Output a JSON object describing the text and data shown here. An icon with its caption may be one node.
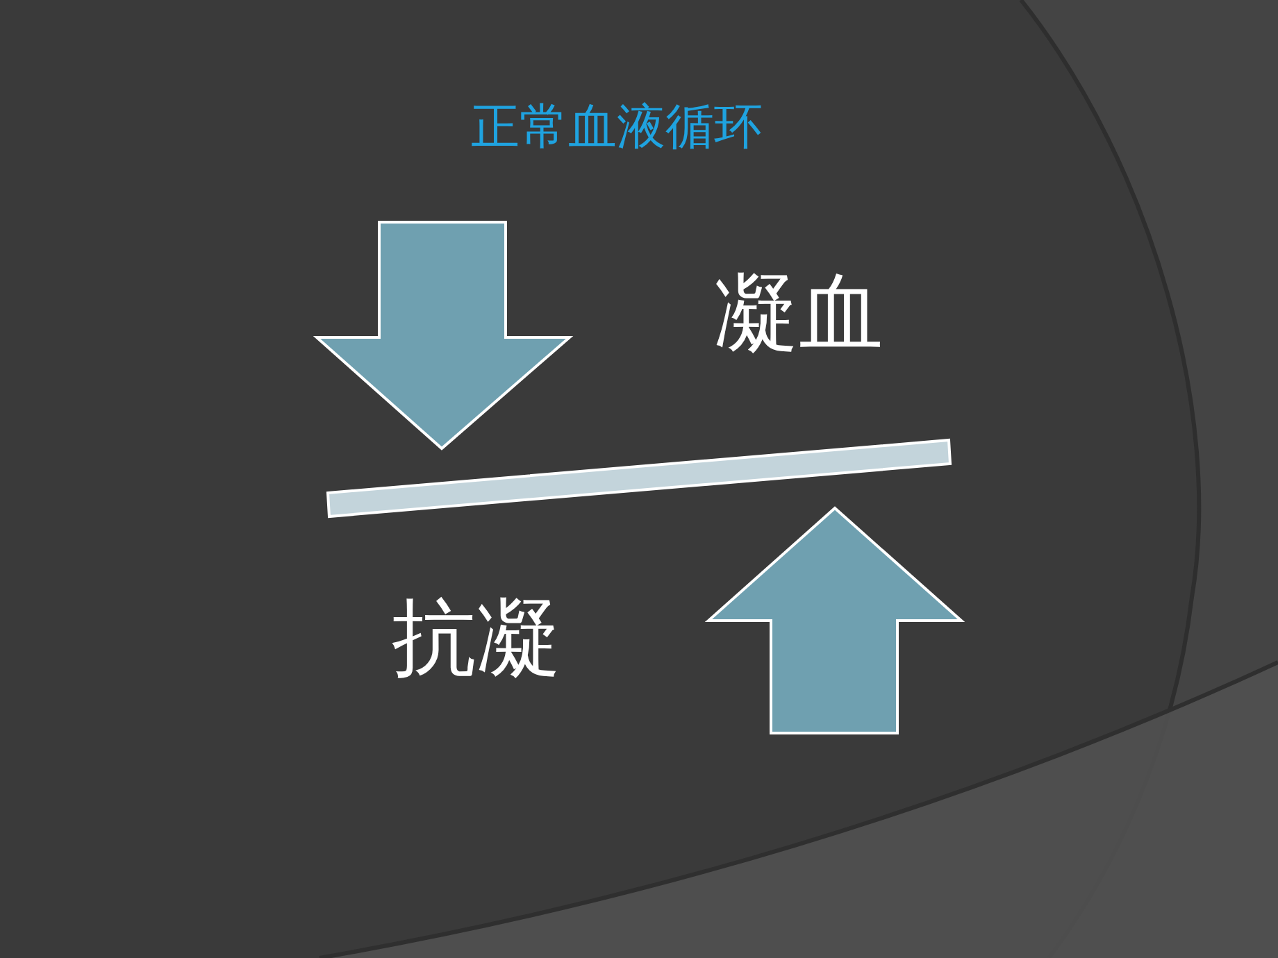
{
  "diagram": {
    "title": "正常血液循环",
    "nodes": [
      {
        "text": [],
        "shape": "bar"
      }
    ],
    "labels": [
      "凝血",
      "抗凝"
    ]
  }
}
